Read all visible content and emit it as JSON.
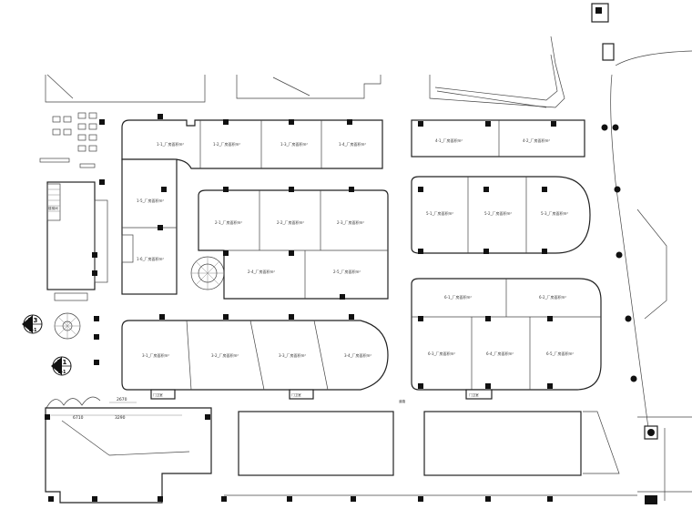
{
  "rooms": [
    {
      "id": "r-a1",
      "label": "1-1_厂房面积m²"
    },
    {
      "id": "r-a2",
      "label": "1-2_厂房面积m²"
    },
    {
      "id": "r-a3",
      "label": "1-3_厂房面积m²"
    },
    {
      "id": "r-a4",
      "label": "1-4_厂房面积m²"
    },
    {
      "id": "r-b1",
      "label": "1-5_厂房面积m²"
    },
    {
      "id": "r-b2",
      "label": "1-6_厂房面积m²"
    },
    {
      "id": "r-c1",
      "label": "2-1_厂房面积m²"
    },
    {
      "id": "r-c2",
      "label": "2-2_厂房面积m²"
    },
    {
      "id": "r-c3",
      "label": "2-3_厂房面积m²"
    },
    {
      "id": "r-c4",
      "label": "2-4_厂房面积m²"
    },
    {
      "id": "r-c5",
      "label": "2-5_厂房面积m²"
    },
    {
      "id": "r-d1",
      "label": "3-1_厂房面积m²"
    },
    {
      "id": "r-d2",
      "label": "3-2_厂房面积m²"
    },
    {
      "id": "r-d3",
      "label": "3-3_厂房面积m²"
    },
    {
      "id": "r-d4",
      "label": "3-4_厂房面积m²"
    },
    {
      "id": "r-e1",
      "label": "4-1_厂房面积m²"
    },
    {
      "id": "r-e2",
      "label": "4-2_厂房面积m²"
    },
    {
      "id": "r-f1",
      "label": "5-1_厂房面积m²"
    },
    {
      "id": "r-f2",
      "label": "5-2_厂房面积m²"
    },
    {
      "id": "r-f3",
      "label": "5-3_厂房面积m²"
    },
    {
      "id": "r-g1",
      "label": "6-1_厂房面积m²"
    },
    {
      "id": "r-g2",
      "label": "6-2_厂房面积m²"
    },
    {
      "id": "r-g3",
      "label": "6-3_厂房面积m²"
    },
    {
      "id": "r-g4",
      "label": "6-4_厂房面积m²"
    },
    {
      "id": "r-g5",
      "label": "6-5_厂房面积m²"
    }
  ],
  "markers": [
    {
      "id": "m-d3",
      "code": "D3",
      "sub": "1-1"
    },
    {
      "id": "m-d1",
      "code": "D1",
      "sub": "1-1"
    }
  ],
  "dimensions": {
    "d1": "2670",
    "d2": "6710",
    "d3": "3290"
  },
  "stair_label": "楼梯间",
  "misc_labels": {
    "entry1": "门卫室",
    "entry2": "门卫室",
    "entry3": "门卫室",
    "road": "道路"
  }
}
